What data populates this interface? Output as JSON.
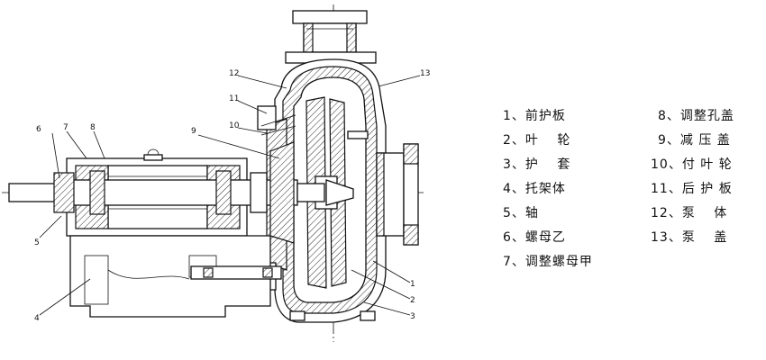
{
  "callout_numbers": [
    "1",
    "2",
    "3",
    "4",
    "5",
    "6",
    "7",
    "8",
    "9",
    "10",
    "11",
    "12",
    "13"
  ],
  "legend": {
    "left": [
      "1、前护板",
      "2、叶　 轮",
      "3、护　 套",
      "4、托架体",
      "5、轴",
      "6、螺母乙",
      "7、调整螺母甲"
    ],
    "right": [
      "8、调整孔盖",
      "9、减 压 盖",
      "10、付 叶 轮",
      "11、后 护 板",
      "12、泵　 体",
      "13、泵　 盖"
    ]
  }
}
